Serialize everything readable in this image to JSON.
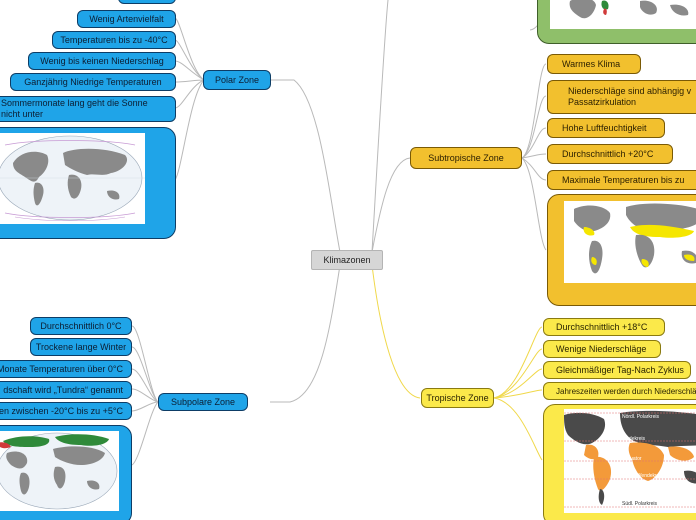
{
  "center": {
    "label": "Klimazonen"
  },
  "polar": {
    "label": "Polar Zone",
    "items": [
      "Wenig Artenvielfalt",
      "Temperaturen bis zu -40°C",
      "Wenig bis keinen Niederschlag",
      "Ganzjährig Niedrige Temperaturen",
      "Sommermonate lang geht die Sonne",
      "nicht unter"
    ]
  },
  "subpolar": {
    "label": "Subpolare Zone",
    "items": [
      "Durchschnittlich 0°C",
      "Trockene lange Winter",
      "Monate Temperaturen über 0°C",
      "dschaft wird „Tundra“ genannt",
      "en zwischen -20°C bis zu +5°C"
    ]
  },
  "subtropisch": {
    "label": "Subtropische Zone",
    "items": [
      "Warmes Klima",
      "Niederschläge sind abhängig v",
      "Passatzirkulation",
      "Hohe Luftfeuchtigkeit",
      "Durchschnittlich +20°C",
      "Maximale Temperaturen bis zu"
    ]
  },
  "tropisch": {
    "label": "Tropische Zone",
    "items": [
      "Durchschnittlich +18°C",
      "Wenige Niederschläge",
      "Gleichmäßiger Tag-Nach Zyklus",
      "Jahreszeiten werden durch Niederschläge"
    ],
    "map_labels": [
      "Nördl. Polarkreis",
      "Nördl. Wendekreis",
      "Äquator",
      "Südl. Wendekreis",
      "Südl. Polarkreis"
    ]
  },
  "colors": {
    "blue": "#1fa4e8",
    "yellow": "#f2c02e",
    "light_yellow": "#fbe94a",
    "green": "#8fbf6a",
    "line_gray": "#b9b9b9",
    "line_yellow": "#f0d84a"
  }
}
